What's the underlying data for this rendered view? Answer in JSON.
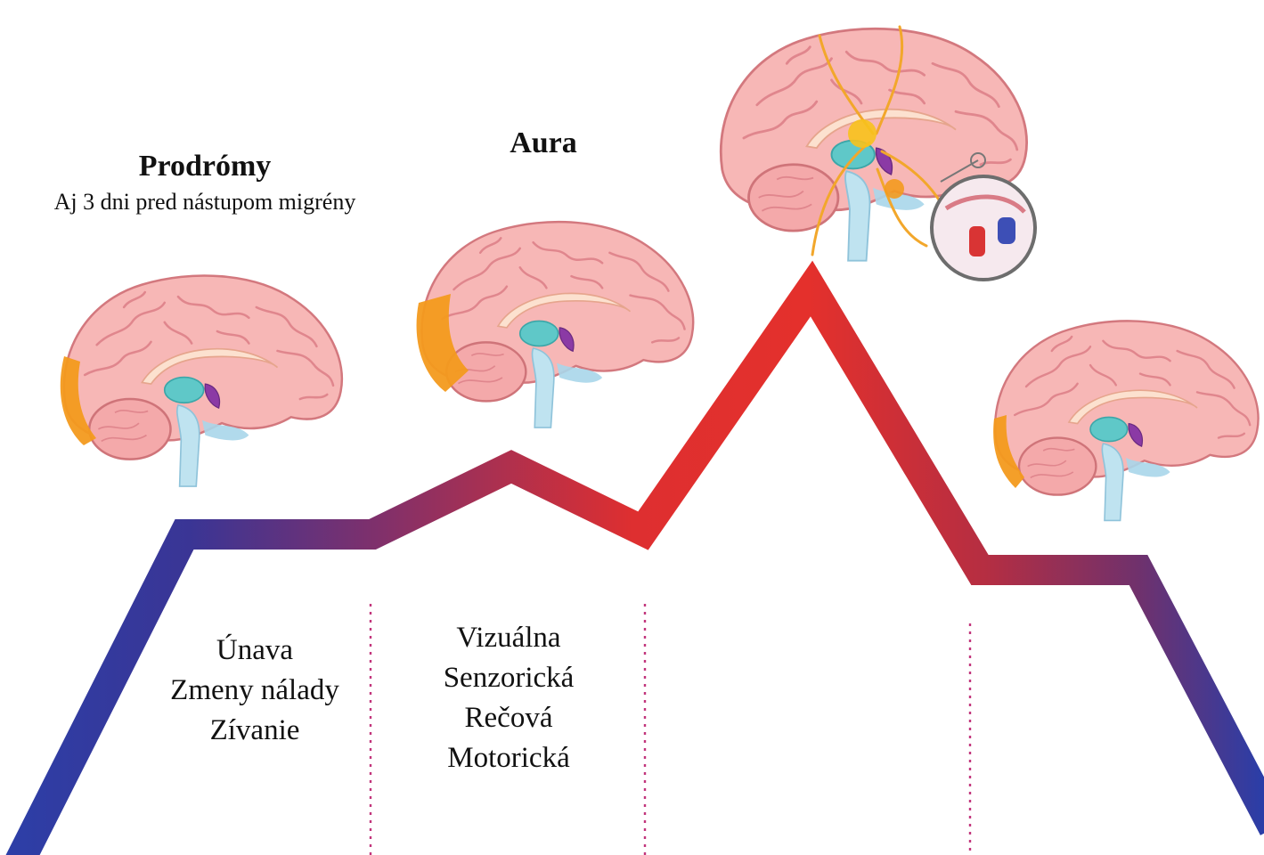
{
  "phases": {
    "prodrome": {
      "title": "Prodrómy",
      "subtitle": "Aj 3 dni pred nástupom migrény",
      "symptoms": [
        "Únava",
        "Zmeny nálady",
        "Zívanie"
      ]
    },
    "aura": {
      "title": "Aura",
      "symptoms": [
        "Vizuálna",
        "Senzorická",
        "Rečová",
        "Motorická"
      ]
    }
  },
  "colors": {
    "line_start": "#2b3a9c",
    "line_mid": "#7a2a66",
    "line_peak": "#e8322c",
    "divider": "#c2357c",
    "brain_pink": "#f6b3b3",
    "brain_outline": "#d77b80",
    "brain_fold": "#e7959a",
    "highlight_orange": "#f39a1e",
    "thalamus_teal": "#5ec8c8",
    "hypothalamus_purple": "#8a3aa3",
    "brainstem_blue": "#a9d6ea"
  },
  "icons": [
    "brain-illustration",
    "magnifier-icon"
  ]
}
